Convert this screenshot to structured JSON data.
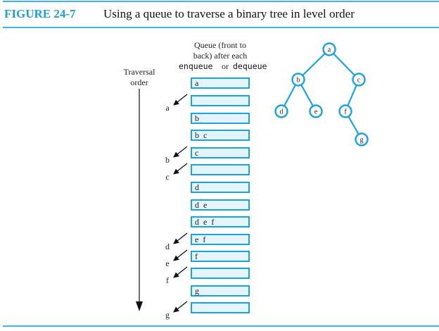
{
  "figure": {
    "label": "FIGURE 24-7",
    "caption": "Using a queue to traverse a binary tree in level order"
  },
  "colors": {
    "accent": "#1a9fd8",
    "box_fill": "#e3f4fc",
    "box_stroke": "#1aa3de"
  },
  "queue_header": {
    "line1": "Queue (front to",
    "line2": "back) after each",
    "enqueue": "enqueue",
    "or": "or",
    "dequeue": "dequeue"
  },
  "traversal_label": {
    "line1": "Traversal",
    "line2": "order"
  },
  "queue_states": [
    {
      "contents": "a",
      "dequeued": ""
    },
    {
      "contents": "",
      "dequeued": "a"
    },
    {
      "contents": "b",
      "dequeued": ""
    },
    {
      "contents": "b  c",
      "dequeued": ""
    },
    {
      "contents": "c",
      "dequeued": "b"
    },
    {
      "contents": "",
      "dequeued": "c"
    },
    {
      "contents": "d",
      "dequeued": ""
    },
    {
      "contents": "d  e",
      "dequeued": ""
    },
    {
      "contents": "d  e  f",
      "dequeued": ""
    },
    {
      "contents": "e  f",
      "dequeued": "d"
    },
    {
      "contents": "f",
      "dequeued": "e"
    },
    {
      "contents": "",
      "dequeued": "f"
    },
    {
      "contents": "g",
      "dequeued": ""
    },
    {
      "contents": "",
      "dequeued": "g"
    }
  ],
  "tree": {
    "nodes": [
      {
        "id": "a",
        "label": "a"
      },
      {
        "id": "b",
        "label": "b"
      },
      {
        "id": "c",
        "label": "c"
      },
      {
        "id": "d",
        "label": "d"
      },
      {
        "id": "e",
        "label": "e"
      },
      {
        "id": "f",
        "label": "f"
      },
      {
        "id": "g",
        "label": "g"
      }
    ],
    "edges": [
      [
        "a",
        "b"
      ],
      [
        "a",
        "c"
      ],
      [
        "b",
        "d"
      ],
      [
        "b",
        "e"
      ],
      [
        "c",
        "f"
      ],
      [
        "f",
        "g"
      ]
    ]
  }
}
